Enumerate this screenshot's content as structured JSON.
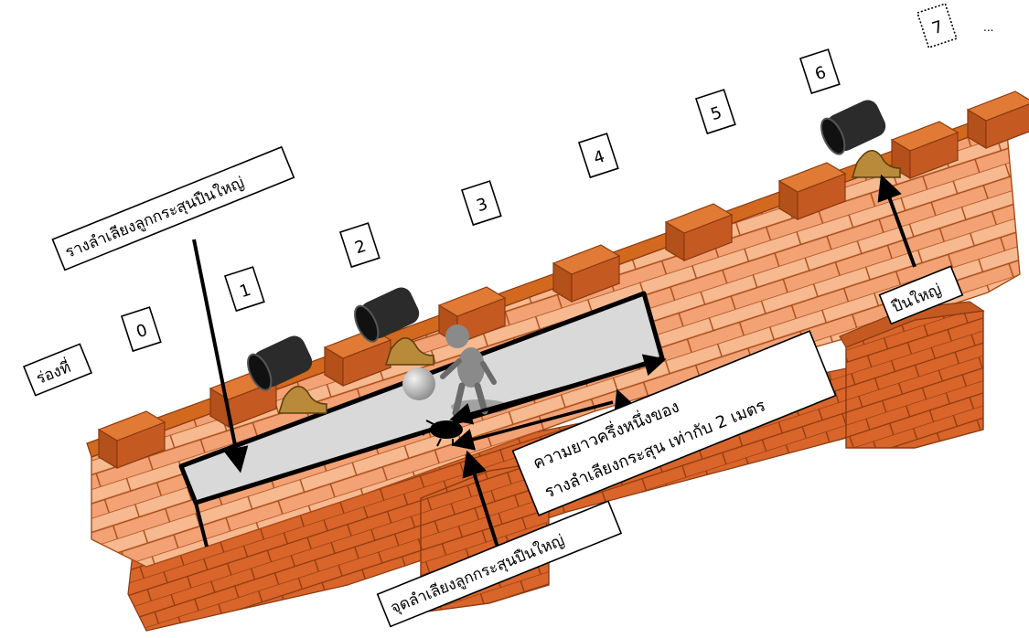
{
  "labels": {
    "slot_label": "ร่องที่",
    "rail_label": "รางลำเลียงลูกกระสุนปืนใหญ่",
    "cannon_label": "ปืนใหญ่",
    "half_length_line1": "ความยาวครึ่งหนึ่งของ",
    "half_length_line2": "รางลำเลียงกระสุน เท่ากับ 2 เมตร",
    "feed_point_label": "จุดลำเลียงลูกกระสุนปืนใหญ่"
  },
  "slot_numbers": [
    "0",
    "1",
    "2",
    "3",
    "4",
    "5",
    "6",
    "7"
  ],
  "slot_ellipsis": "...",
  "colors": {
    "brick_top": "#d2691e",
    "brick_top_dark": "#b4501a",
    "brick_face": "#f2a274",
    "brick_face_light": "#f6b990",
    "brick_line": "#a84a16",
    "rail_fill": "#d9d9d9",
    "cannon": "#2b2b2b",
    "cannon_mount": "#b88a3a",
    "figure": "#8a8a8a"
  }
}
